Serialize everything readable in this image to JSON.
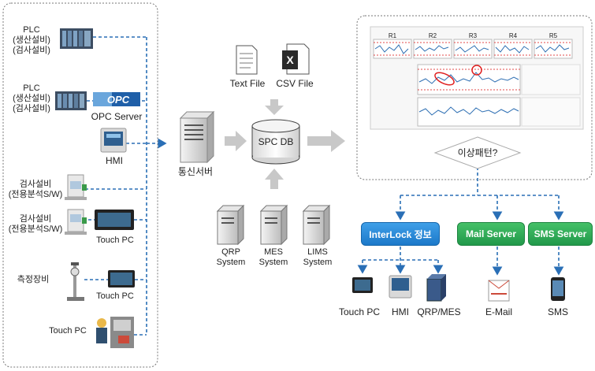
{
  "left": {
    "plc1": "PLC\n(생산설비)\n(검사설비)",
    "plc2": "PLC\n(생산설비)\n(검사설비)",
    "opc_server": "OPC Server",
    "opc_logo": "OPC",
    "hmi": "HMI",
    "inspect1": "검사설비\n(전용분석S/W)",
    "inspect2": "검사설비\n(전용분석S/W)",
    "touchpc1": "Touch PC",
    "measure": "측정장비",
    "touchpc2": "Touch PC",
    "touchpc3": "Touch PC"
  },
  "center": {
    "comm_server": "통신서버",
    "text_file": "Text File",
    "csv_file": "CSV File",
    "spc_db": "SPC DB",
    "qrp": "QRP\nSystem",
    "mes": "MES\nSystem",
    "lims": "LIMS\nSystem"
  },
  "right": {
    "chart_labels": [
      "R1",
      "R2",
      "R3",
      "R4",
      "R5"
    ],
    "anomaly": "이상패턴?",
    "interlock": "InterLock 정보",
    "mail_server": "Mail Server",
    "sms_server": "SMS Server",
    "out_touchpc": "Touch PC",
    "out_hmi": "HMI",
    "out_qrp_mes": "QRP/MES",
    "out_email": "E-Mail",
    "out_sms": "SMS"
  },
  "colors": {
    "dash": "#2a6fb6",
    "interlock": "#2a8ad8",
    "server_green": "#2aa552",
    "arrow_gray": "#c8c8c8"
  }
}
